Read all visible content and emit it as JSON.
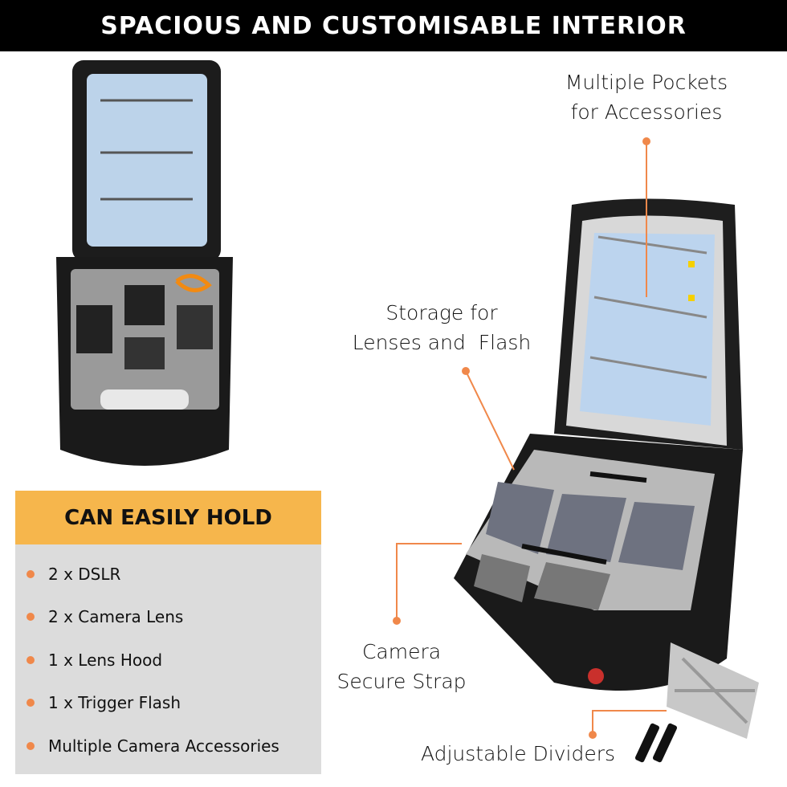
{
  "banner": {
    "title": "SPACIOUS AND CUSTOMISABLE INTERIOR"
  },
  "callouts": {
    "pockets": [
      "Multiple Pockets",
      "for Accessories"
    ],
    "storage": [
      "Storage for",
      "Lenses and  Flash"
    ],
    "strap": [
      "Camera",
      "Secure Strap"
    ],
    "dividers": "Adjustable Dividers"
  },
  "hold_box": {
    "title": "CAN EASILY HOLD",
    "items": [
      "2 x DSLR",
      "2 x Camera Lens",
      "1 x Lens Hood",
      "1 x Trigger Flash",
      "Multiple Camera Accessories"
    ]
  },
  "colors": {
    "accent": "#f0884a",
    "header": "#f6b64c",
    "box": "#dcdcdc"
  }
}
